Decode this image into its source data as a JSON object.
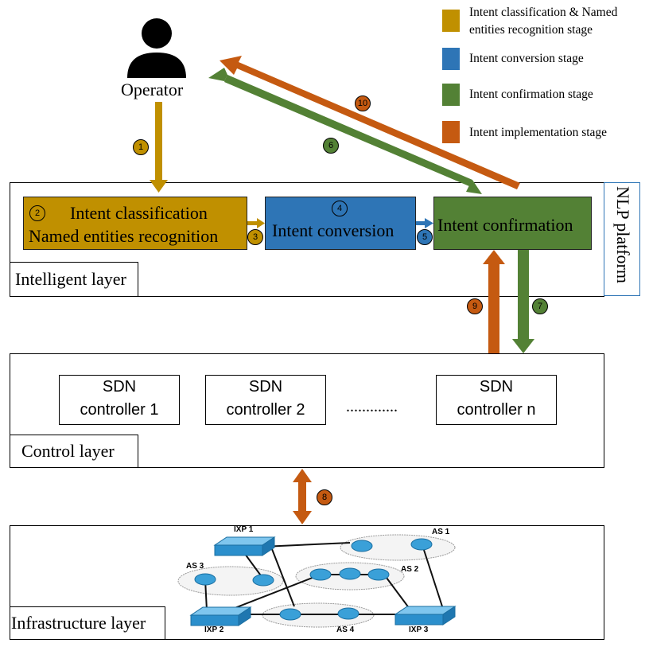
{
  "operator": {
    "label": "Operator"
  },
  "legend": [
    {
      "text": "Intent classification & Named entities recognition stage",
      "color": "#c09000"
    },
    {
      "text": "Intent conversion stage",
      "color": "#2e75b6"
    },
    {
      "text": "Intent confirmation stage",
      "color": "#538135"
    },
    {
      "text": "Intent implementation stage",
      "color": "#c55a11"
    }
  ],
  "legend_lines": [
    "Intent classification & Named",
    "entities recognition stage"
  ],
  "intelligent_layer": {
    "label": "Intelligent layer",
    "platform_label": "NLP platform",
    "stages": {
      "classification_line1": "Intent classification",
      "classification_line2": "Named entities recognition",
      "conversion": "Intent conversion",
      "confirmation": "Intent confirmation"
    }
  },
  "control_layer": {
    "label": "Control layer",
    "controllers": [
      {
        "line1": "SDN",
        "line2": "controller 1"
      },
      {
        "line1": "SDN",
        "line2": "controller 2"
      },
      {
        "line1": "SDN",
        "line2": "controller n"
      }
    ],
    "ellipsis": "............."
  },
  "infrastructure_layer": {
    "label": "Infrastructure layer",
    "network_labels": {
      "ixp1": "IXP 1",
      "ixp2": "IXP 2",
      "ixp3": "IXP 3",
      "as1": "AS 1",
      "as2": "AS 2",
      "as3": "AS 3",
      "as4": "AS 4"
    }
  },
  "steps": [
    "1",
    "2",
    "3",
    "4",
    "5",
    "6",
    "7",
    "8",
    "9",
    "10"
  ],
  "colors": {
    "gold": "#c09000",
    "blue": "#2e75b6",
    "green": "#538135",
    "orange": "#c55a11",
    "router": "#3aa0d8"
  }
}
